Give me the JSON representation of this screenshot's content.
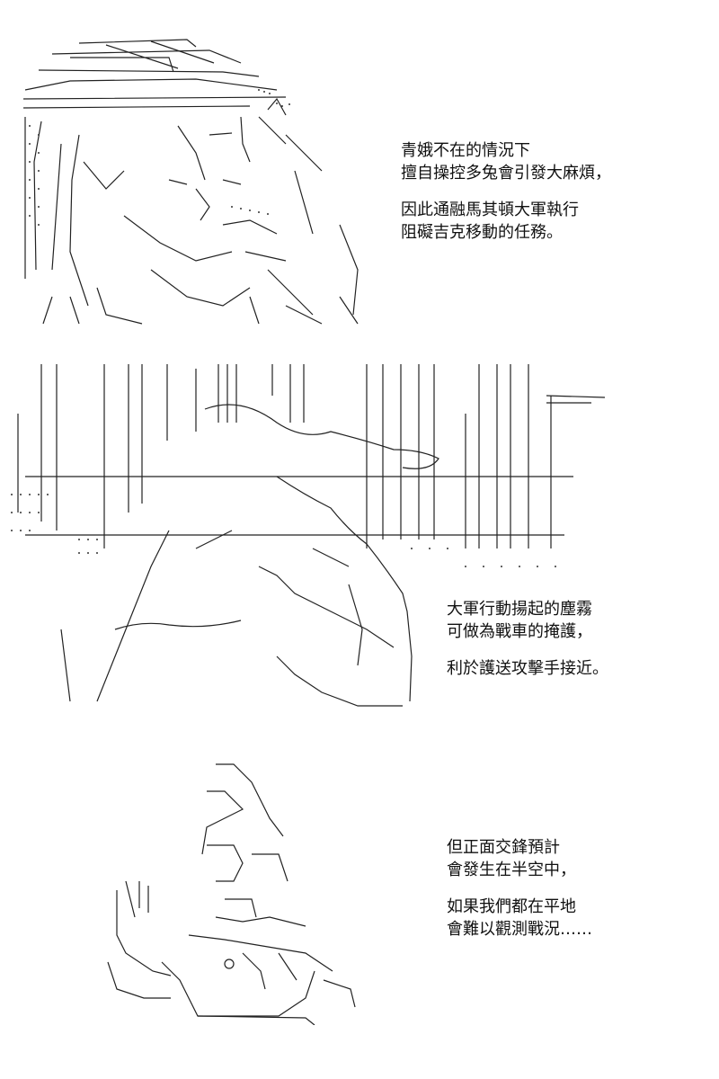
{
  "panels": [
    {
      "art": "ascii-art-commander-portrait",
      "caption": [
        "青娥不在的情況下",
        "擅自操控多兔會引發大麻煩，",
        "",
        "因此通融馬其頓大軍執行",
        "阻礙吉克移動的任務。"
      ]
    },
    {
      "art": "ascii-art-army-dust-cloud",
      "caption": [
        "大軍行動揚起的塵霧",
        "可做為戰車的掩護，",
        "",
        "利於護送攻擊手接近。"
      ]
    },
    {
      "art": "ascii-art-small-robot",
      "caption": [
        "但正面交鋒預計",
        "會發生在半空中，",
        "",
        "如果我們都在平地",
        "會難以觀測戰況……"
      ]
    }
  ]
}
